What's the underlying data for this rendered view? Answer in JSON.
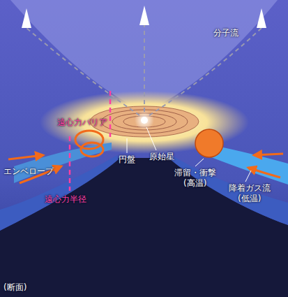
{
  "diagram": {
    "labels": [
      "分子流",
      "遠心力バリア",
      "円盤",
      "原始星",
      "エンベロープ",
      "滞留・衝撃 (高温)",
      "降着ガス流 (低温)",
      "遠心力半径",
      "(断面)"
    ]
  }
}
